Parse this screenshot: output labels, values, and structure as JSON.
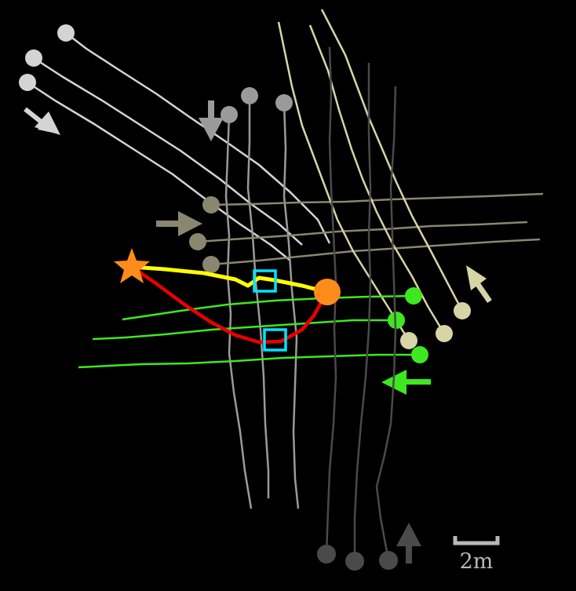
{
  "scale_bar": {
    "label": "2m"
  },
  "colors": {
    "background": "#000000",
    "diagonal_se_group": "#d4d4d4",
    "southbound_group": "#9a9a9a",
    "eastbound_group": "#8a8670",
    "northwest_group": "#d8d4a6",
    "westbound_group": "#3ee820",
    "northbound_group": "#4a4a4a",
    "planned_path_direct": "#ffff00",
    "planned_path_detour": "#e80000",
    "start_marker": "#ff8c1a",
    "goal_marker": "#ff8c1a",
    "conflict_marker": "#00e5ff",
    "scale_bar": "#b8b8b8"
  },
  "icons": {
    "start": "star-icon",
    "goal": "circle-icon",
    "conflict": "square-icon",
    "direction": "arrow-icon"
  },
  "groups": [
    {
      "id": "diagonal_se",
      "direction": "south-east",
      "count": 3
    },
    {
      "id": "southbound",
      "direction": "south",
      "count": 3
    },
    {
      "id": "eastbound",
      "direction": "east",
      "count": 3
    },
    {
      "id": "northwest",
      "direction": "north-west",
      "count": 3
    },
    {
      "id": "westbound",
      "direction": "west",
      "count": 3
    },
    {
      "id": "northbound",
      "direction": "north",
      "count": 3
    }
  ]
}
